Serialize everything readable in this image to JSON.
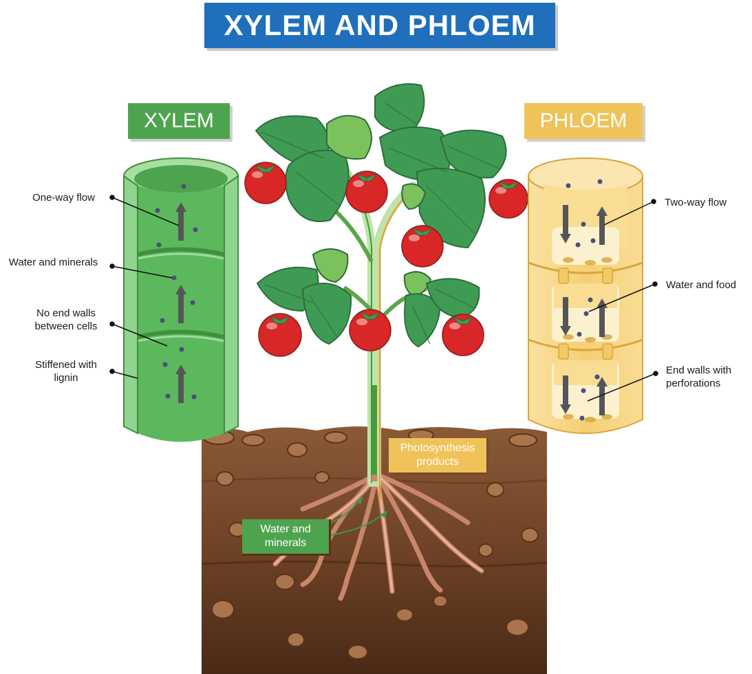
{
  "title": "XYLEM AND PHLOEM",
  "xylem": {
    "heading": "XYLEM",
    "labels": {
      "one_way_flow": "One-way flow",
      "water_and_minerals": "Water and minerals",
      "no_end_walls": "No end walls\nbetween cells",
      "stiffened": "Stiffened with\nlignin"
    }
  },
  "phloem": {
    "heading": "PHLOEM",
    "labels": {
      "two_way_flow": "Two-way flow",
      "water_and_food": "Water and food",
      "end_walls": "End walls with\nperforations"
    }
  },
  "plant": {
    "photosynthesis_label": "Photosynthesis\nproducts",
    "water_label": "Water and\nminerals"
  },
  "colors": {
    "title_bg": "#1f6fbd",
    "xylem_heading_bg": "#4ea44e",
    "phloem_heading_bg": "#f0c35a",
    "xylem_tube": "#5cb85c",
    "phloem_tube": "#f5d27a",
    "soil": "#7a4a2a",
    "leaf": "#3f9b54",
    "tomato": "#d92626"
  }
}
